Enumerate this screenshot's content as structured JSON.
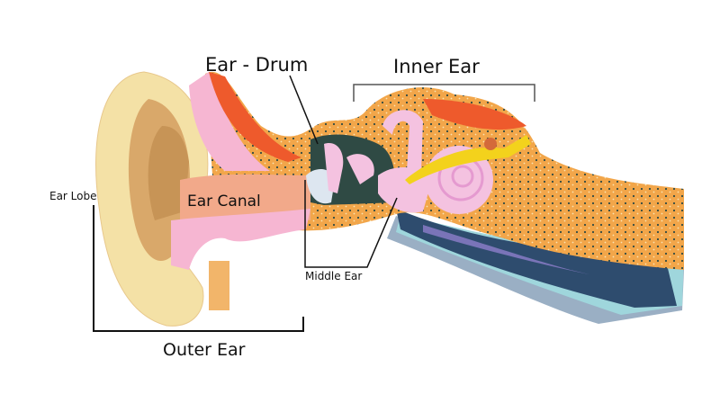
{
  "labels": {
    "ear_drum": "Ear - Drum",
    "inner_ear": "Inner Ear",
    "ear_lobe": "Ear Lobe",
    "ear_canal": "Ear Canal",
    "middle_ear": "Middle Ear",
    "outer_ear": "Outer Ear"
  },
  "colors": {
    "bone": "#f2a64a",
    "pinna": "#f4e1a6",
    "canal": "#f2a98a",
    "skin_pink": "#f6b6d2",
    "cavity": "#2f4a44",
    "cochlea": "#f4c2e0",
    "nerve": "#f3d21c",
    "tube_light": "#9fd6dc",
    "tube_dark": "#2e4c6e",
    "muscle_red": "#ee5a2c"
  }
}
